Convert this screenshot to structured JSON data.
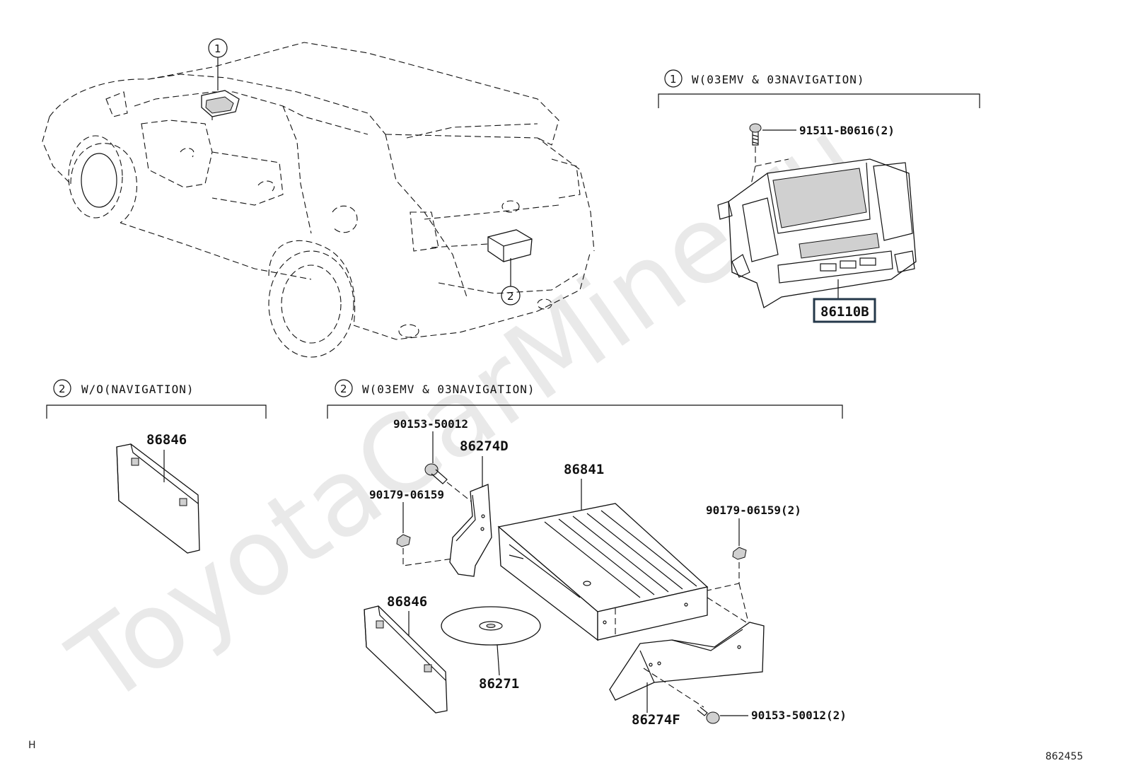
{
  "watermark": "ToyotaCarMine.ru",
  "callouts": {
    "one": "1",
    "two": "2"
  },
  "groups": {
    "g1": {
      "label": "W(03EMV & 03NAVIGATION)"
    },
    "g2a": {
      "label": "W/O(NAVIGATION)"
    },
    "g2b": {
      "label": "W(03EMV & 03NAVIGATION)"
    }
  },
  "parts": {
    "bolt_top": "91511-B0616(2)",
    "display": "86110B",
    "cover_left": "86846",
    "screw_bracket": "90153-50012",
    "bracket_d": "86274D",
    "nut_left": "90179-06159",
    "nav_unit": "86841",
    "nut_right": "90179-06159(2)",
    "cover_lower": "86846",
    "disc": "86271",
    "bracket_f": "86274F",
    "screw_lower": "90153-50012(2)"
  },
  "corner": {
    "left": "H",
    "right": "862455"
  },
  "highlight_color": "#24384a"
}
